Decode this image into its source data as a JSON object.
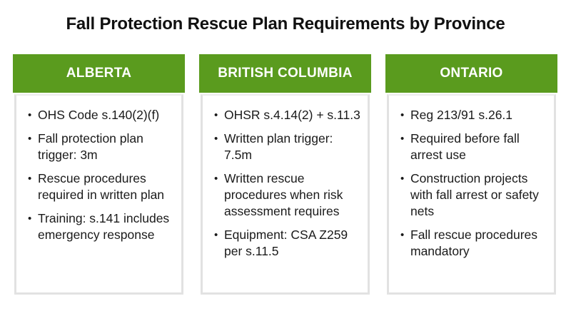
{
  "title": "Fall Protection Rescue Plan Requirements by Province",
  "colors": {
    "header_green": "#5a9b1e",
    "border_gray": "#e2e2e2",
    "text": "#1a1a1a"
  },
  "provinces": [
    {
      "name": "ALBERTA",
      "items": [
        "OHS Code s.140(2)(f)",
        "Fall protection plan trigger: 3m",
        "Rescue procedures required in written plan",
        "Training: s.141 includes emergency response"
      ]
    },
    {
      "name": "BRITISH COLUMBIA",
      "items": [
        "OHSR s.4.14(2) + s.11.3",
        "Written plan trigger: 7.5m",
        "Written rescue procedures when risk assessment requires",
        "Equipment: CSA Z259 per s.11.5"
      ]
    },
    {
      "name": "ONTARIO",
      "items": [
        "Reg 213/91 s.26.1",
        "Required before fall arrest use",
        "Construction projects with fall arrest or safety nets",
        "Fall rescue procedures mandatory"
      ]
    }
  ]
}
